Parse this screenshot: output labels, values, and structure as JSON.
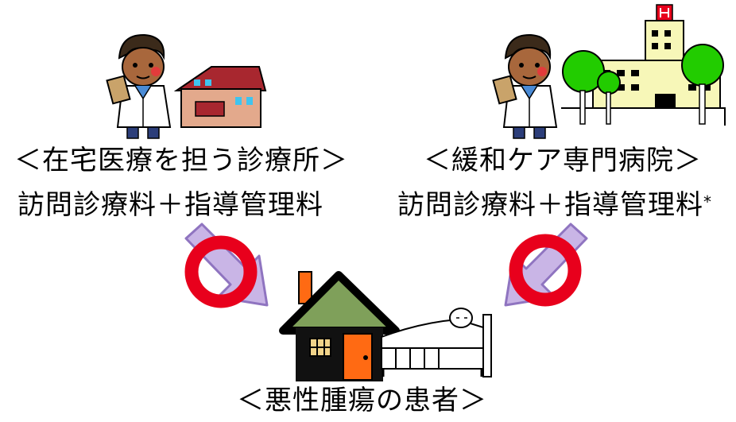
{
  "left_provider": {
    "title": "＜在宅医療を担う診療所＞",
    "fee": "訪問診療料＋指導管理料"
  },
  "right_provider": {
    "title": "＜緩和ケア専門病院＞",
    "fee": "訪問診療料＋指導管理料",
    "fee_mark": "*"
  },
  "patient": {
    "title": "＜悪性腫瘍の患者＞"
  },
  "colors": {
    "arrow_fill": "#c9b5e6",
    "arrow_stroke": "#8f74c0",
    "circle_mark": "#e8001c",
    "tree_green": "#22cc00",
    "roof_green": "#7fa05a",
    "door_orange": "#ff6a13",
    "house_wall": "#e3a98c",
    "house_roof": "#a8272f"
  },
  "icons": {
    "doctor": "doctor-icon",
    "clinic_house": "clinic-house-icon",
    "hospital": "hospital-building-icon",
    "patient_home": "patient-home-icon",
    "bed": "patient-bed-icon",
    "approval_mark": "circle-mark-icon",
    "flow_arrow": "down-arrow-icon"
  }
}
